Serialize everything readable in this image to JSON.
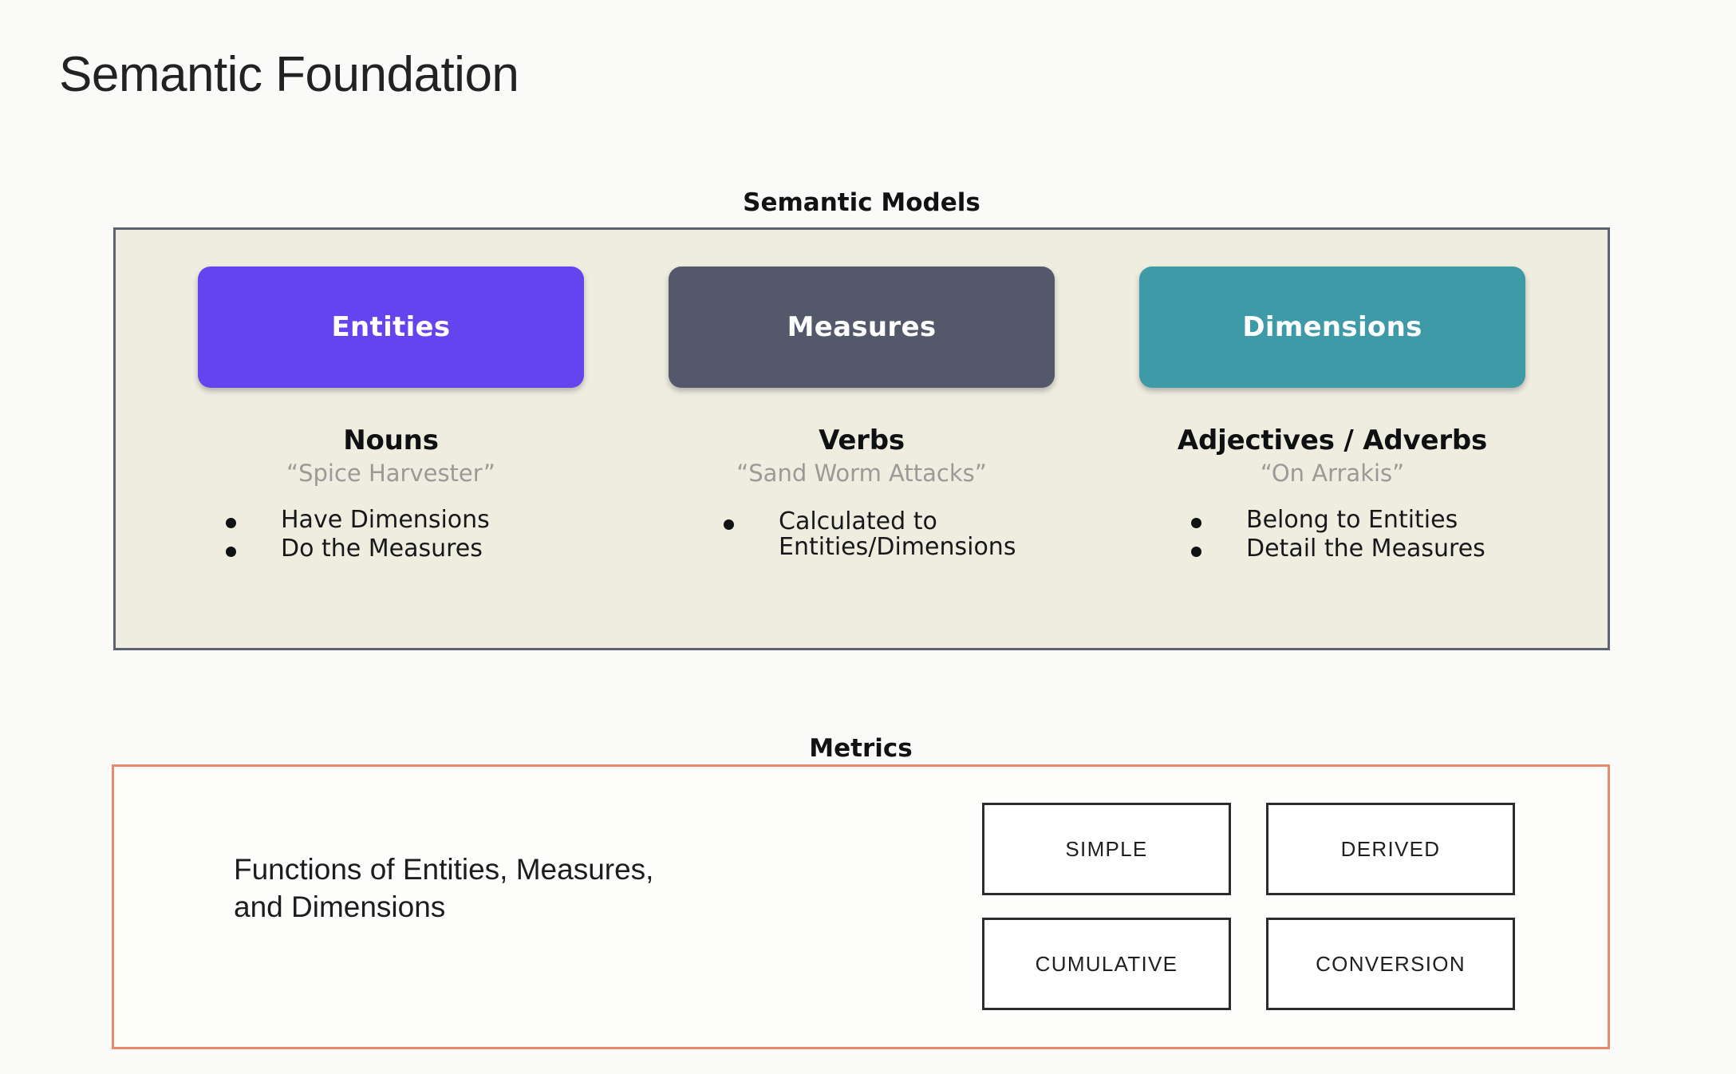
{
  "page": {
    "title": "Semantic Foundation",
    "background_color": "#fafbf8"
  },
  "semantic_models": {
    "caption": "Semantic Models",
    "panel_fill": "#efede0",
    "panel_border": "#5b6270",
    "columns": [
      {
        "chip_label": "Entities",
        "chip_color": "#6444ee",
        "part_of_speech": "Nouns",
        "example": "“Spice Harvester”",
        "facts": [
          "Have Dimensions",
          "Do the Measures"
        ]
      },
      {
        "chip_label": "Measures",
        "chip_color": "#53596b",
        "part_of_speech": "Verbs",
        "example": "“Sand Worm Attacks”",
        "facts": [
          "Calculated to Entities/Dimensions"
        ]
      },
      {
        "chip_label": "Dimensions",
        "chip_color": "#3d9aa6",
        "part_of_speech": "Adjectives / Adverbs",
        "example": "“On Arrakis”",
        "facts": [
          "Belong to Entities",
          "Detail the Measures"
        ]
      }
    ]
  },
  "metrics": {
    "caption": "Metrics",
    "panel_border": "#e8896b",
    "description_line1": "Functions of Entities, Measures,",
    "description_line2": "and Dimensions",
    "types": [
      "SIMPLE",
      "DERIVED",
      "CUMULATIVE",
      "CONVERSION"
    ]
  }
}
